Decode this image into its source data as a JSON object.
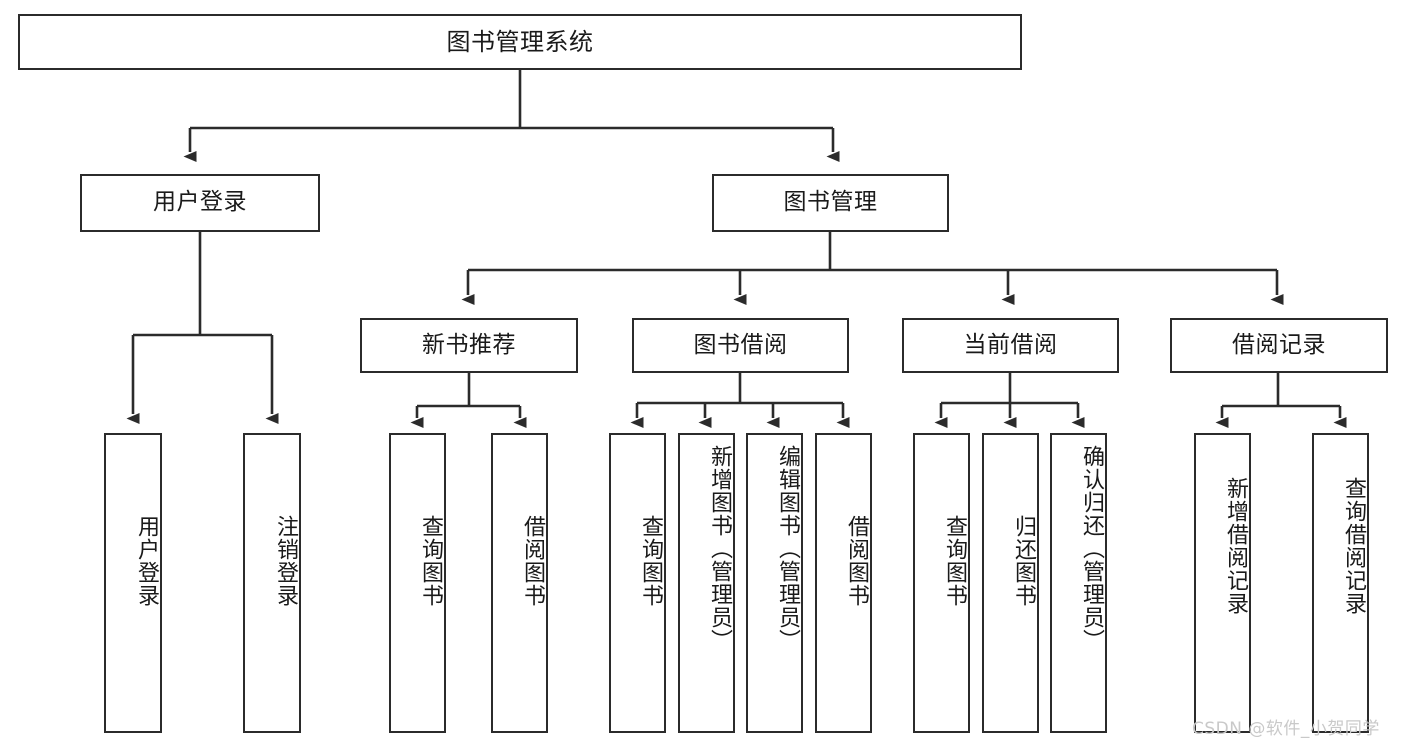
{
  "diagram": {
    "title": "图书管理系统",
    "type": "hierarchy-tree",
    "watermark": "CSDN @软件_小贺同学",
    "colors": {
      "stroke": "#2b2b2b",
      "fill": "#ffffff",
      "text": "#1a1a1a",
      "watermark": "#c9c9c9",
      "background": "#ffffff"
    },
    "levels": [
      {
        "level": 0,
        "nodes": [
          {
            "id": "root",
            "label": "图书管理系统",
            "orientation": "horizontal"
          }
        ]
      },
      {
        "level": 1,
        "nodes": [
          {
            "id": "user-login",
            "label": "用户登录",
            "orientation": "horizontal",
            "parent": "root"
          },
          {
            "id": "book-manage",
            "label": "图书管理",
            "orientation": "horizontal",
            "parent": "root"
          }
        ]
      },
      {
        "level": 2,
        "nodes": [
          {
            "id": "new-book-rec",
            "label": "新书推荐",
            "orientation": "horizontal",
            "parent": "book-manage"
          },
          {
            "id": "book-borrow",
            "label": "图书借阅",
            "orientation": "horizontal",
            "parent": "book-manage"
          },
          {
            "id": "current-borrow",
            "label": "当前借阅",
            "orientation": "horizontal",
            "parent": "book-manage"
          },
          {
            "id": "borrow-record",
            "label": "借阅记录",
            "orientation": "horizontal",
            "parent": "book-manage"
          }
        ]
      },
      {
        "level": 3,
        "nodes": [
          {
            "id": "leaf-user-login",
            "label": "用户登录",
            "orientation": "vertical",
            "parent": "user-login"
          },
          {
            "id": "leaf-logout",
            "label": "注销登录",
            "orientation": "vertical",
            "parent": "user-login"
          },
          {
            "id": "leaf-query-book-1",
            "label": "查询图书",
            "orientation": "vertical",
            "parent": "new-book-rec"
          },
          {
            "id": "leaf-borrow-book-1",
            "label": "借阅图书",
            "orientation": "vertical",
            "parent": "new-book-rec"
          },
          {
            "id": "leaf-query-book-2",
            "label": "查询图书",
            "orientation": "vertical",
            "parent": "book-borrow"
          },
          {
            "id": "leaf-add-book",
            "label": "新增图书（管理员）",
            "orientation": "vertical",
            "parent": "book-borrow"
          },
          {
            "id": "leaf-edit-book",
            "label": "编辑图书（管理员）",
            "orientation": "vertical",
            "parent": "book-borrow"
          },
          {
            "id": "leaf-borrow-book-2",
            "label": "借阅图书",
            "orientation": "vertical",
            "parent": "book-borrow"
          },
          {
            "id": "leaf-query-book-3",
            "label": "查询图书",
            "orientation": "vertical",
            "parent": "current-borrow"
          },
          {
            "id": "leaf-return-book",
            "label": "归还图书",
            "orientation": "vertical",
            "parent": "current-borrow"
          },
          {
            "id": "leaf-confirm-return",
            "label": "确认归还（管理员）",
            "orientation": "vertical",
            "parent": "current-borrow"
          },
          {
            "id": "leaf-add-record",
            "label": "新增借阅记录",
            "orientation": "vertical",
            "parent": "borrow-record"
          },
          {
            "id": "leaf-query-record",
            "label": "查询借阅记录",
            "orientation": "vertical",
            "parent": "borrow-record"
          }
        ]
      }
    ]
  }
}
